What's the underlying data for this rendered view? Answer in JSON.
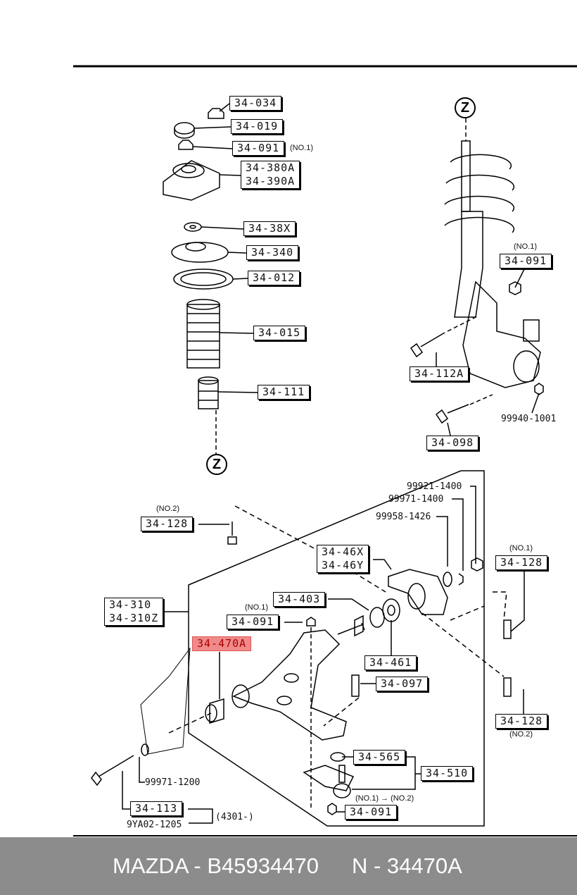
{
  "labels": {
    "l1": "34-034",
    "l2": "34-019",
    "l3": "34-091",
    "l4a": "34-380A",
    "l4b": "34-390A",
    "l5": "34-38X",
    "l6": "34-340",
    "l7": "34-012",
    "l8": "34-015",
    "l9": "34-111",
    "r1": "34-091",
    "r2": "34-112A",
    "r3": "99940-1001",
    "r4": "34-098",
    "b1": "99921-1400",
    "b2": "99971-1400",
    "b3": "99958-1426",
    "b4": "34-128",
    "b5a": "34-46X",
    "b5b": "34-46Y",
    "b6": "34-128",
    "b7a": "34-310",
    "b7b": "34-310Z",
    "b8": "34-403",
    "b9": "34-091",
    "b10": "34-470A",
    "b11": "34-461",
    "b12": "34-097",
    "b13": "34-128",
    "b14": "34-565",
    "b15": "34-510",
    "b16": "99971-1200",
    "b17": "34-113",
    "b18": "(4301-)",
    "b19": "9YA02-1205",
    "b20": "34-091"
  },
  "notes": {
    "n1": "(NO.1)",
    "n2": "(NO.1)",
    "n3": "(NO.2)",
    "n4": "(NO.1)",
    "n5": "(NO.1)",
    "n6": "(NO.2)",
    "n7": "(NO.1) → (NO.2)"
  },
  "markers": {
    "z1": "Z",
    "z2": "Z"
  },
  "highlight_color": "#f08a8a",
  "footer": {
    "brand": "MAZDA - B45934470",
    "part": "N - 34470A"
  }
}
